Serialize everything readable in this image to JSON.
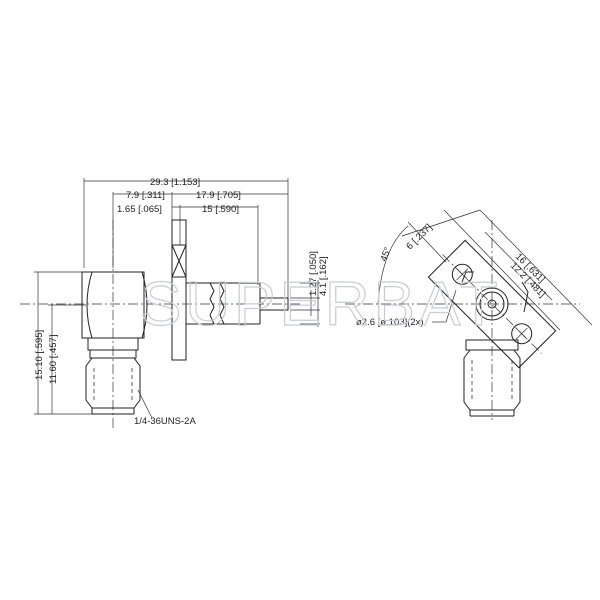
{
  "drawing": {
    "watermark": "SUPERBAT",
    "side_view": {
      "dimensions": {
        "overall_length": "29.3 [1.153]",
        "body_to_flange": "7.9 [.311]",
        "flange_to_end": "17.9 [.705]",
        "flange_thickness": "1.65 [.065]",
        "pin_length": "15 [.590]",
        "pin_diameter": "1.27 [.050]",
        "dielectric_diameter": "4.1 [.162]",
        "overall_height": "15.10 [.595]",
        "body_height": "11.60 [.457]"
      },
      "thread_callout": "1/4-36UNS-2A"
    },
    "front_view": {
      "dimensions": {
        "angle": "45°",
        "hole_offset": "6 [.237]",
        "flange_width": "16 [.631]",
        "hole_spacing": "12.2 [.481]",
        "hole_diameter": "ø2.6 [ø.103](2x)"
      }
    }
  }
}
